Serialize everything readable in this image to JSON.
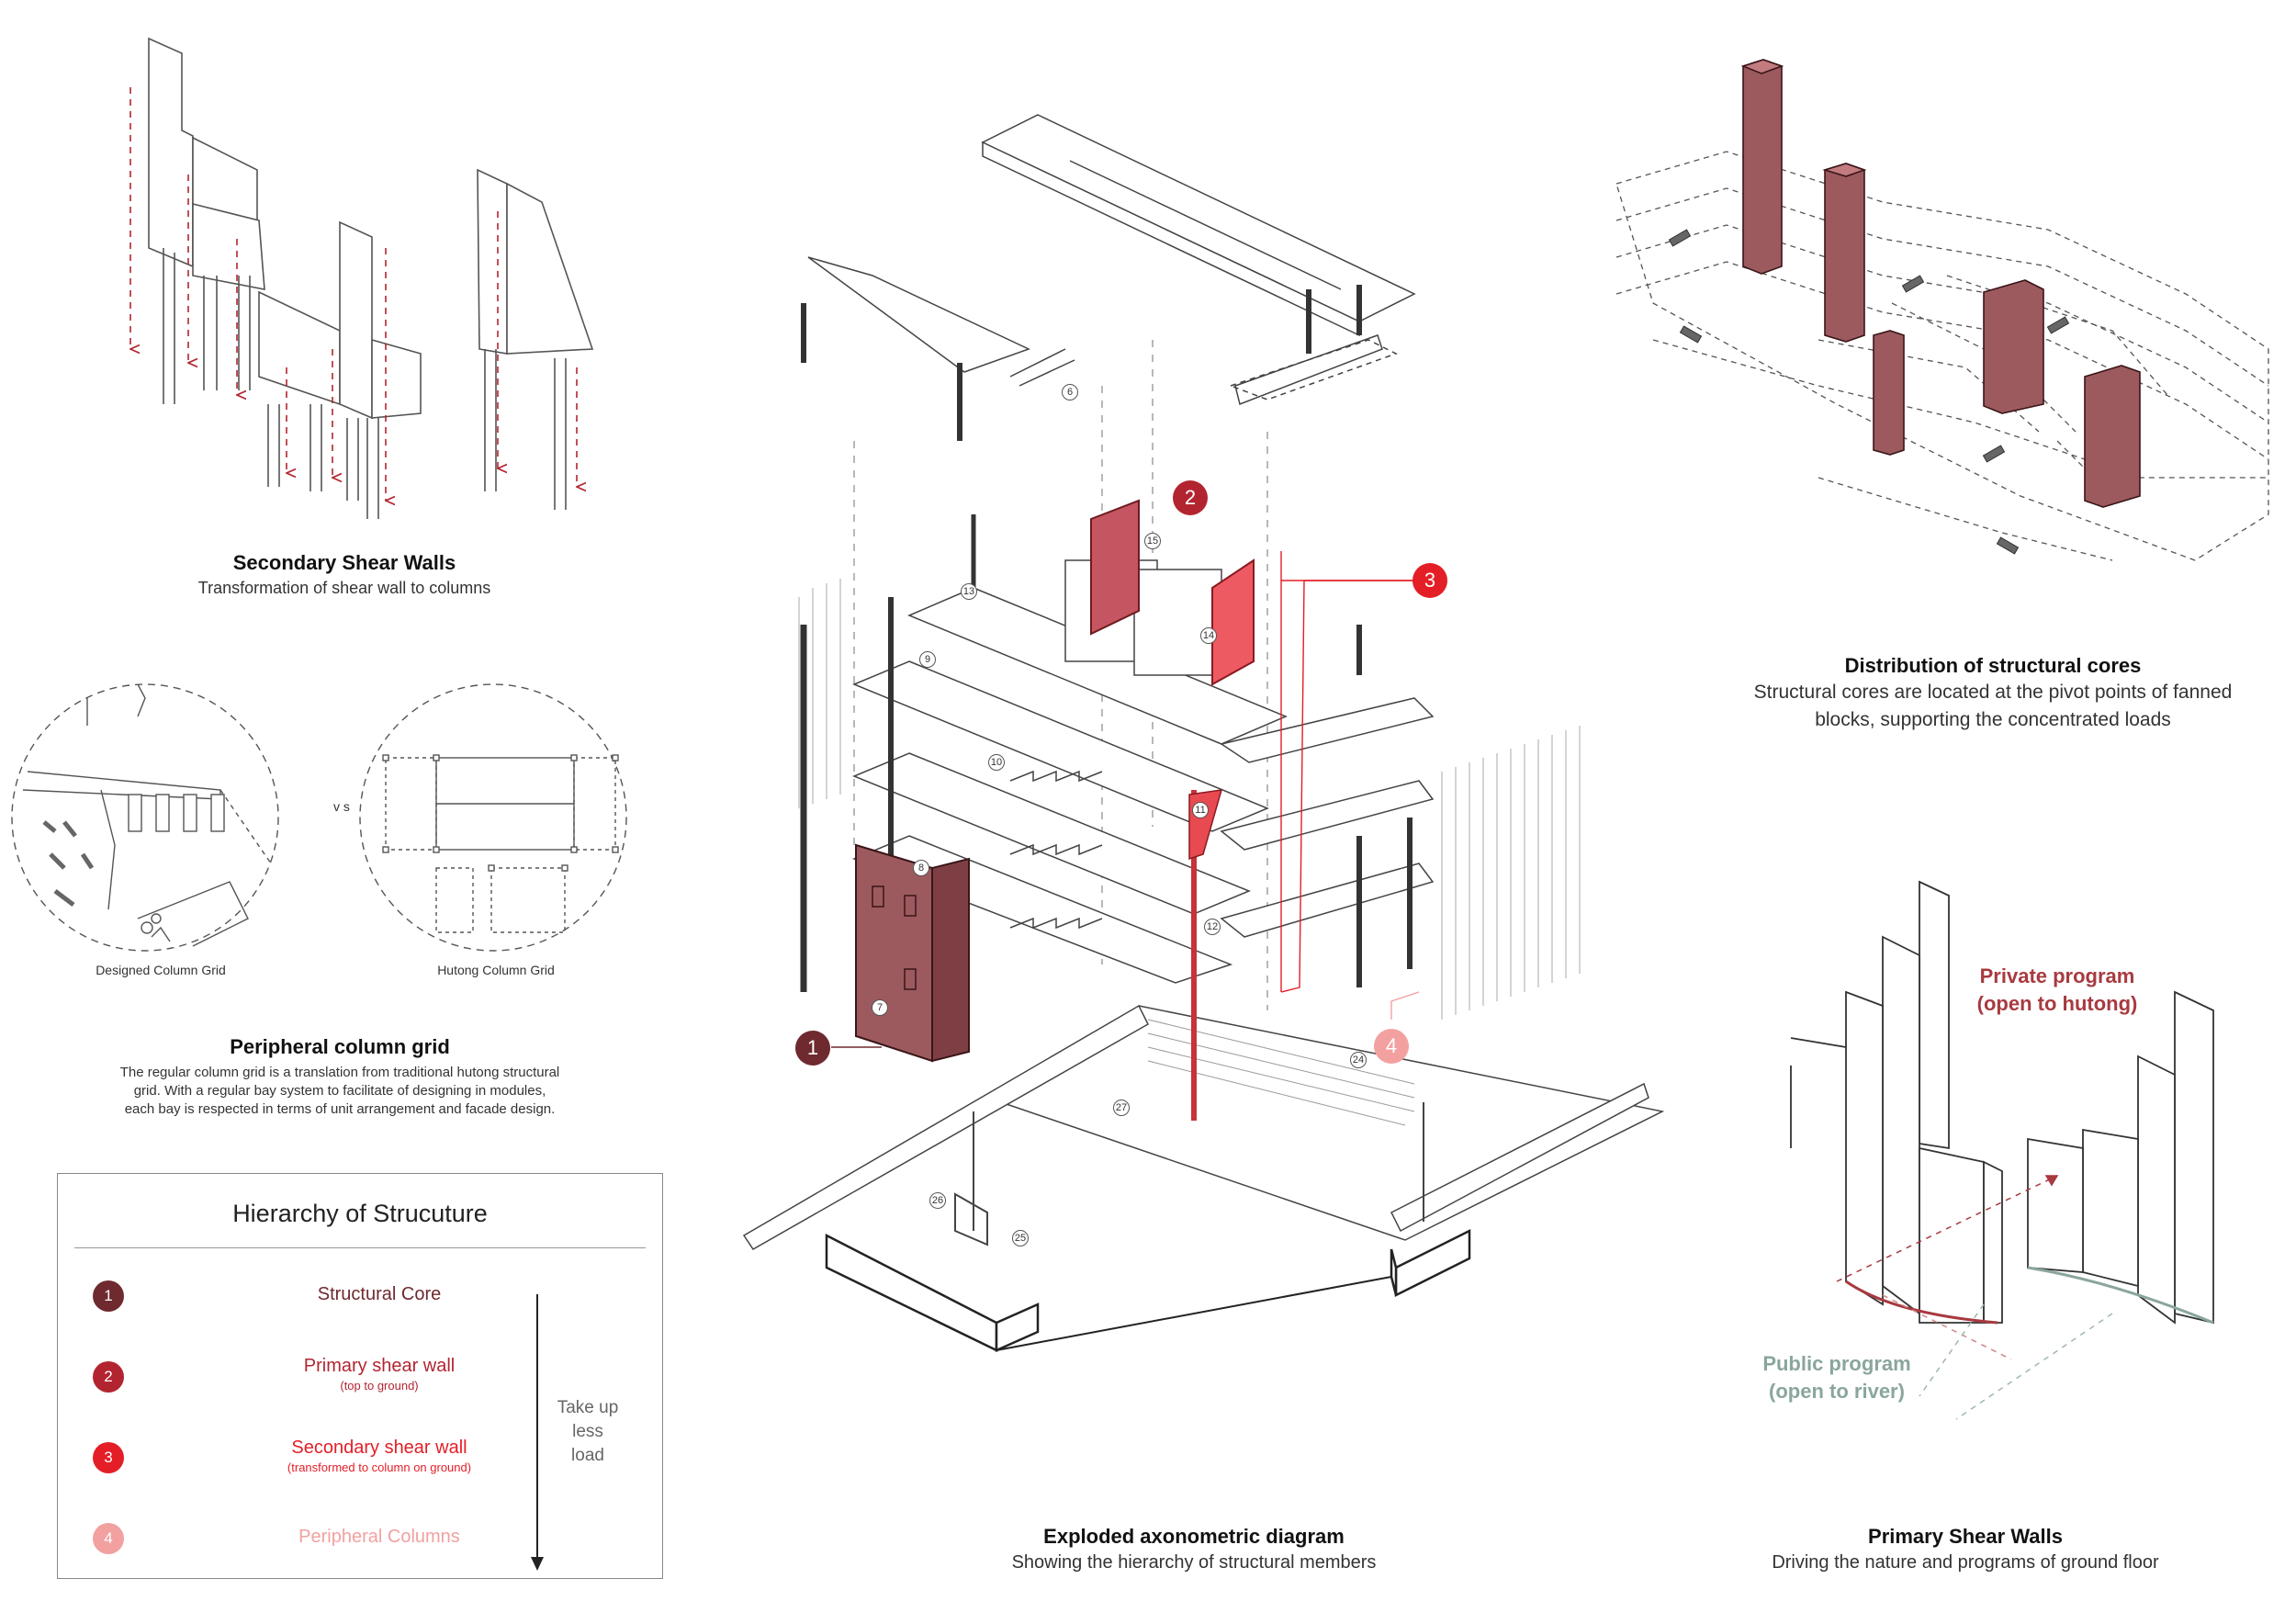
{
  "colors": {
    "core": "#6e2a2f",
    "primary": "#b22530",
    "secondary": "#e41e26",
    "peripheral": "#f2a1a0",
    "wall_fill": "#9c5a5f",
    "private": "#a83a40",
    "public": "#8aa69c"
  },
  "secondary_walls": {
    "title": "Secondary Shear Walls",
    "subtitle": "Transformation of shear wall to columns"
  },
  "column_grid": {
    "vs_label": "v s",
    "designed_label": "Designed Column Grid",
    "hutong_label": "Hutong Column Grid",
    "title": "Peripheral column grid",
    "description": [
      "The regular column grid is a translation from traditional hutong structural",
      "grid. With a regular bay system to facilitate of designing in modules,",
      "each bay is respected in terms of unit arrangement and facade design."
    ]
  },
  "legend": {
    "title": "Hierarchy of Strucuture",
    "items": [
      {
        "num": "1",
        "label": "Structural Core",
        "note": ""
      },
      {
        "num": "2",
        "label": "Primary shear wall",
        "note": "(top to ground)"
      },
      {
        "num": "3",
        "label": "Secondary shear wall",
        "note": "(transformed to column on ground)"
      },
      {
        "num": "4",
        "label": "Peripheral Columns",
        "note": ""
      }
    ],
    "load_text": [
      "Take up",
      "less",
      "load"
    ]
  },
  "exploded": {
    "title": "Exploded axonometric diagram",
    "subtitle": "Showing the hierarchy of structural members",
    "markers": [
      "1",
      "2",
      "3",
      "4"
    ],
    "tags": [
      "6",
      "7",
      "8",
      "9",
      "10",
      "11",
      "12",
      "13",
      "14",
      "15",
      "24",
      "25",
      "26",
      "27"
    ]
  },
  "cores": {
    "title": "Distribution of structural cores",
    "subtitle_line1": "Structural cores are located at the pivot points of fanned",
    "subtitle_line2": "blocks, supporting the concentrated loads"
  },
  "primary_walls": {
    "private_line1": "Private program",
    "private_line2": "(open to hutong)",
    "public_line1": "Public program",
    "public_line2": "(open to river)",
    "title": "Primary Shear Walls",
    "subtitle": "Driving the nature and programs of ground floor"
  }
}
